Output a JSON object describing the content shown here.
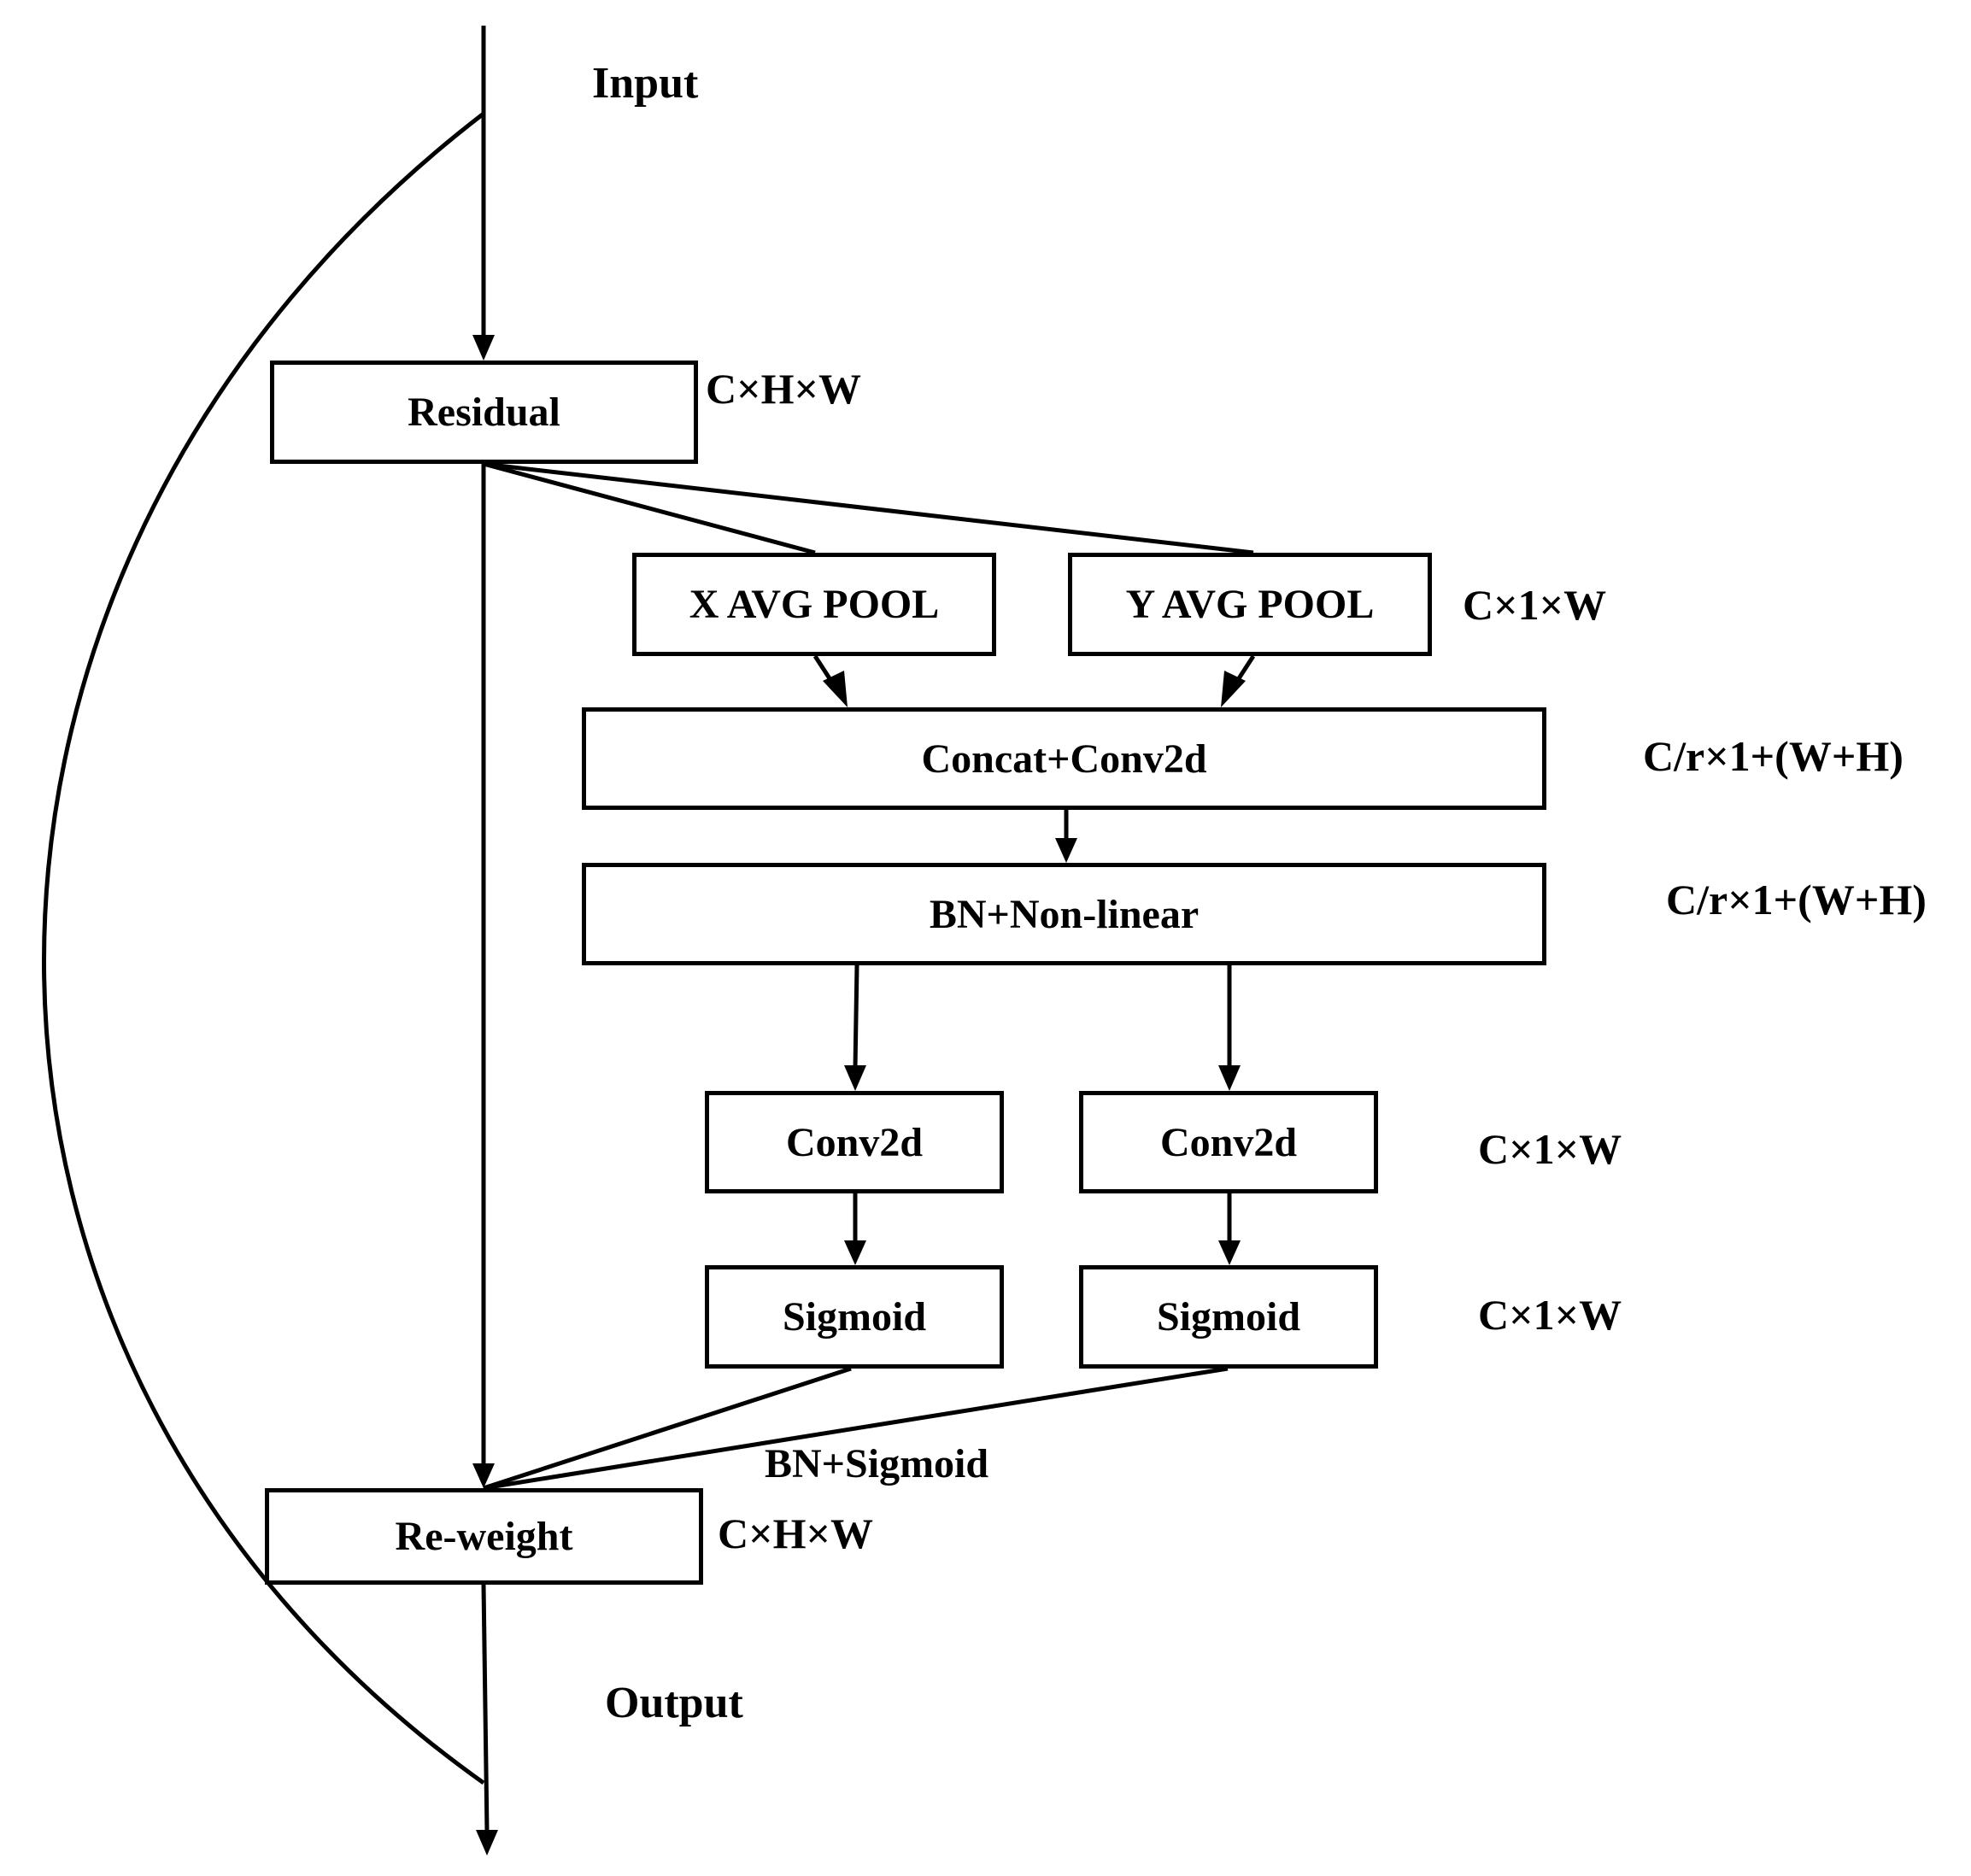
{
  "labels": {
    "input": "Input",
    "output": "Output"
  },
  "boxes": {
    "residual": "Residual",
    "x_avg_pool": "X AVG POOL",
    "y_avg_pool": "Y AVG POOL",
    "concat_conv2d": "Concat+Conv2d",
    "bn_nonlinear": "BN+Non-linear",
    "conv2d_left": "Conv2d",
    "conv2d_right": "Conv2d",
    "sigmoid_left": "Sigmoid",
    "sigmoid_right": "Sigmoid",
    "reweight": "Re-weight"
  },
  "dims": {
    "residual": "C×H×W",
    "pool": "C×1×W",
    "concat": "C/r×1+(W+H)",
    "bn": "C/r×1+(W+H)",
    "conv": "C×1×W",
    "sigmoid": "C×1×W",
    "reweight": "C×H×W"
  },
  "annotations": {
    "bn_sigmoid": "BN+Sigmoid"
  }
}
